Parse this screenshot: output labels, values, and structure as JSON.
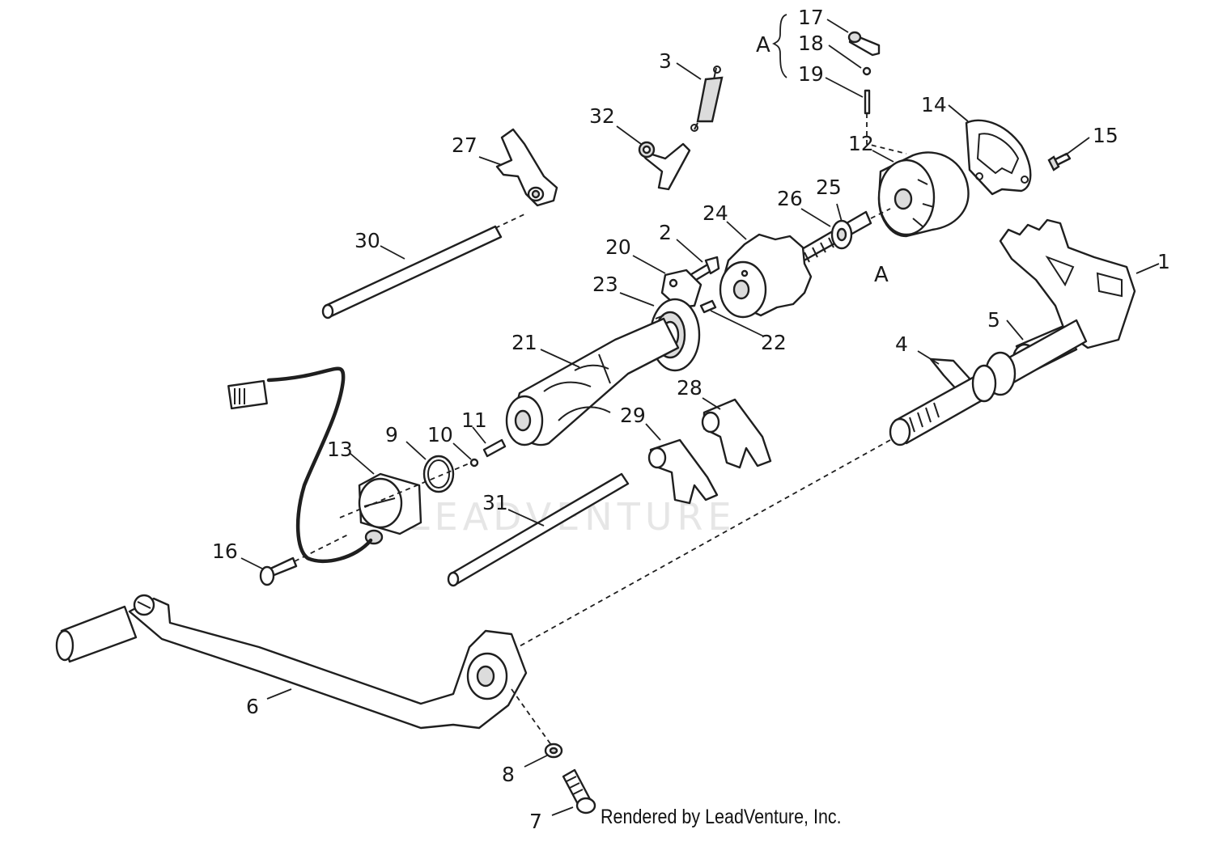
{
  "diagram": {
    "watermark": "LEADVENTURE",
    "credit": "Rendered by LeadVenture, Inc.",
    "group_label": "A",
    "section_marker": "A",
    "callouts": [
      "1",
      "2",
      "3",
      "4",
      "5",
      "6",
      "7",
      "8",
      "9",
      "10",
      "11",
      "12",
      "13",
      "14",
      "15",
      "16",
      "17",
      "18",
      "19",
      "20",
      "21",
      "22",
      "23",
      "24",
      "25",
      "26",
      "27",
      "28",
      "29",
      "30",
      "31",
      "32"
    ]
  }
}
